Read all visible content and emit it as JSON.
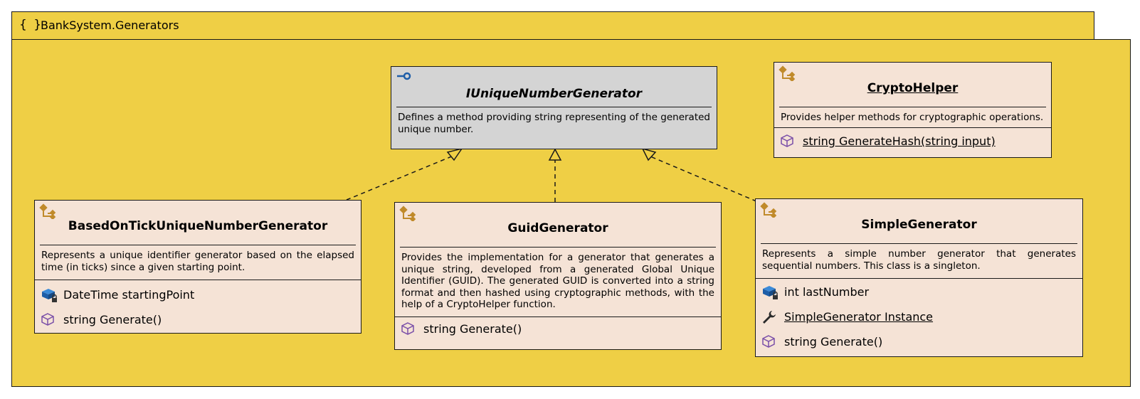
{
  "namespace": {
    "icon": "{ }",
    "title": "BankSystem.Generators"
  },
  "interface": {
    "name": "IUniqueNumberGenerator",
    "description": "Defines a method providing string representing of the generated unique number."
  },
  "crypto_helper": {
    "name": "CryptoHelper",
    "description": "Provides helper methods for cryptographic operations.",
    "members": [
      "string GenerateHash(string input)"
    ]
  },
  "based_on_tick": {
    "name": "BasedOnTickUniqueNumberGenerator",
    "description": "Represents a unique identifier generator based on the elapsed time (in ticks) since a given starting point.",
    "members": [
      "DateTime startingPoint",
      "string Generate()"
    ]
  },
  "guid": {
    "name": "GuidGenerator",
    "description": "Provides the implementation for a generator that generates a unique string, developed from a generated Global Unique Identifier (GUID). The generated GUID is converted into a string format and then hashed using cryptographic methods, with the help of a CryptoHelper function.",
    "members": [
      "string Generate()"
    ]
  },
  "simple": {
    "name": "SimpleGenerator",
    "description": "Represents a simple number generator that generates sequential numbers. This class is a singleton.",
    "members": [
      "int lastNumber",
      "SimpleGenerator Instance",
      "string Generate()"
    ]
  },
  "icons": {
    "namespace": "namespace-braces-icon",
    "interface": "interface-lollipop-icon",
    "class": "class-icon",
    "field": "private-field-icon",
    "method": "method-cube-icon",
    "property": "property-wrench-icon"
  },
  "colors": {
    "namespace_fill": "#efcf45",
    "class_fill": "#f5e3d6",
    "interface_fill": "#d4d4d4",
    "class_icon": "#c08a2a",
    "method_icon": "#7a4fa8",
    "field_icon": "#1e5ea8"
  }
}
